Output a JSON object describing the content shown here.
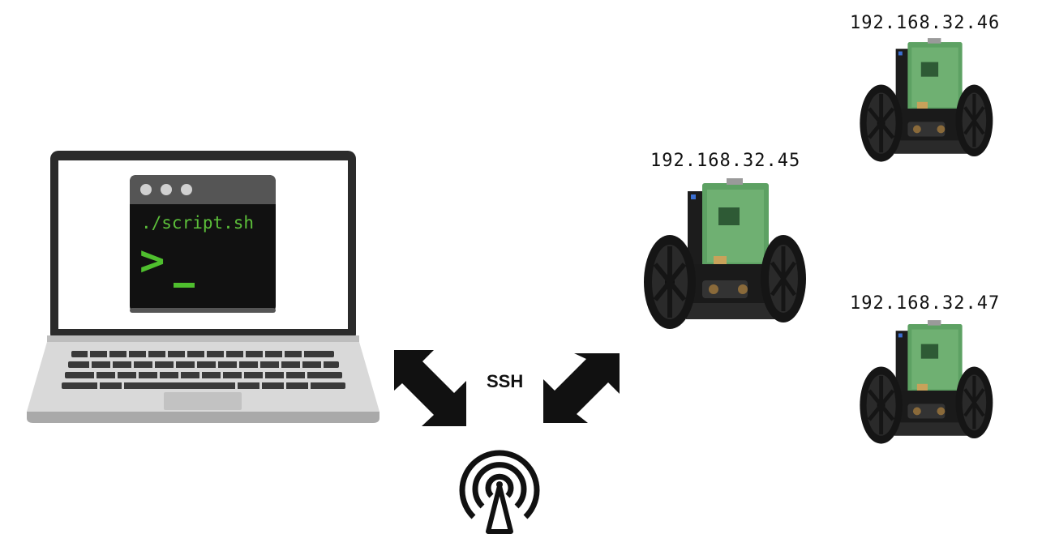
{
  "laptop": {
    "terminal_command": "./script.sh",
    "terminal_prompt": ">",
    "terminal_green": "#4fbf2e"
  },
  "connection": {
    "protocol_label": "SSH",
    "antenna_icon": "wireless-antenna-icon",
    "arrow_icon": "bidirectional-arrow-icon"
  },
  "robots": [
    {
      "ip": "192.168.32.45"
    },
    {
      "ip": "192.168.32.46"
    },
    {
      "ip": "192.168.32.47"
    }
  ]
}
